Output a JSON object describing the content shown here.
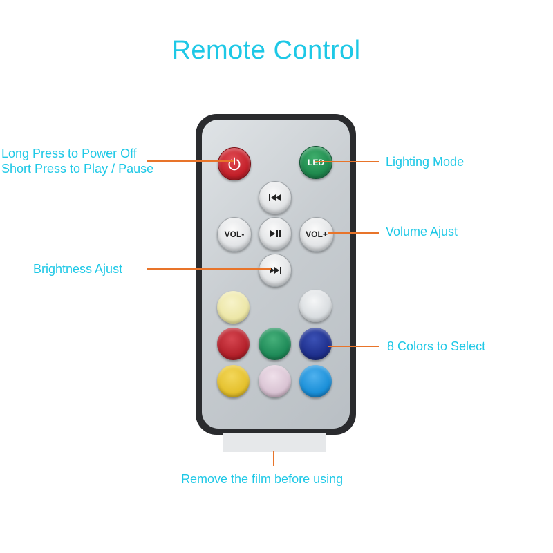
{
  "title": "Remote Control",
  "labels": {
    "power_line1": "Long Press to Power Off",
    "power_line2": "Short Press to Play / Pause",
    "lighting_mode": "Lighting Mode",
    "volume": "Volume Ajust",
    "brightness": "Brightness Ajust",
    "colors": "8 Colors to Select",
    "film": "Remove the film before using"
  },
  "buttons": {
    "led_label": "LED",
    "vol_minus_label": "VOL-",
    "vol_plus_label": "VOL+"
  },
  "colors": {
    "accent_text": "#1ec8e6",
    "leader_line": "#e8742a",
    "power_button": "#c3202a",
    "led_button": "#1f8a4e",
    "color_buttons": [
      "#ece6a6",
      "#d8dcdf",
      "#b3202a",
      "#1e8a58",
      "#1e2f8c",
      "#e4c02c",
      "#d9c3d3",
      "#1a8fd8"
    ]
  },
  "icons": {
    "power": "power-icon",
    "prev": "previous-track-icon",
    "play_pause": "play-pause-icon",
    "next": "next-track-icon"
  }
}
